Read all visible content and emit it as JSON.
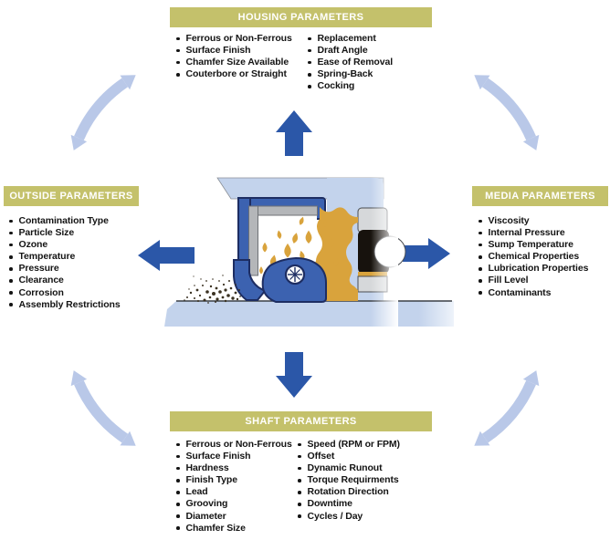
{
  "panels": {
    "housing": {
      "title": "HOUSING PARAMETERS",
      "col1": [
        "Ferrous or Non-Ferrous",
        "Surface Finish",
        "Chamfer Size Available",
        "Couterbore or Straight"
      ],
      "col2": [
        "Replacement",
        "Draft Angle",
        "Ease of Removal",
        "Spring-Back",
        "Cocking"
      ]
    },
    "outside": {
      "title": "OUTSIDE PARAMETERS",
      "items": [
        "Contamination Type",
        "Particle Size",
        "Ozone",
        "Temperature",
        "Pressure",
        "Clearance",
        "Corrosion",
        "Assembly Restrictions"
      ]
    },
    "media": {
      "title": "MEDIA PARAMETERS",
      "items": [
        "Viscosity",
        "Internal Pressure",
        "Sump Temperature",
        "Chemical Properties",
        "Lubrication Properties",
        "Fill Level",
        "Contaminants"
      ]
    },
    "shaft": {
      "title": "SHAFT PARAMETERS",
      "col1": [
        "Ferrous or Non-Ferrous",
        "Surface Finish",
        "Hardness",
        "Finish Type",
        "Lead",
        "Grooving",
        "Diameter",
        "Chamfer Size"
      ],
      "col2": [
        "Speed (RPM or FPM)",
        "Offset",
        "Dynamic Runout",
        "Torque Requirments",
        "Rotation Direction",
        "Downtime",
        "Cycles / Day"
      ]
    }
  },
  "icons": [
    "arrow-up-icon",
    "arrow-down-icon",
    "arrow-left-icon",
    "arrow-right-icon",
    "cycle-arrow-icon",
    "seal-cross-section-illustration"
  ],
  "colors": {
    "header_bg": "#c4c16b",
    "header_text": "#ffffff",
    "body_text": "#141414",
    "solid_arrow_blue": "#2b57a8",
    "curved_arrow_blue": "#b9c8e8",
    "seal_blue": "#3c62b0",
    "seal_outline": "#1d2d62",
    "housing_light_blue": "#c3d3ec",
    "insert_gray": "#b4b6b9",
    "bearing_gray": "#d6d8da",
    "bearing_black": "#17120d",
    "oil_gold": "#d9a33c",
    "debris_brown": "#3b3222"
  }
}
